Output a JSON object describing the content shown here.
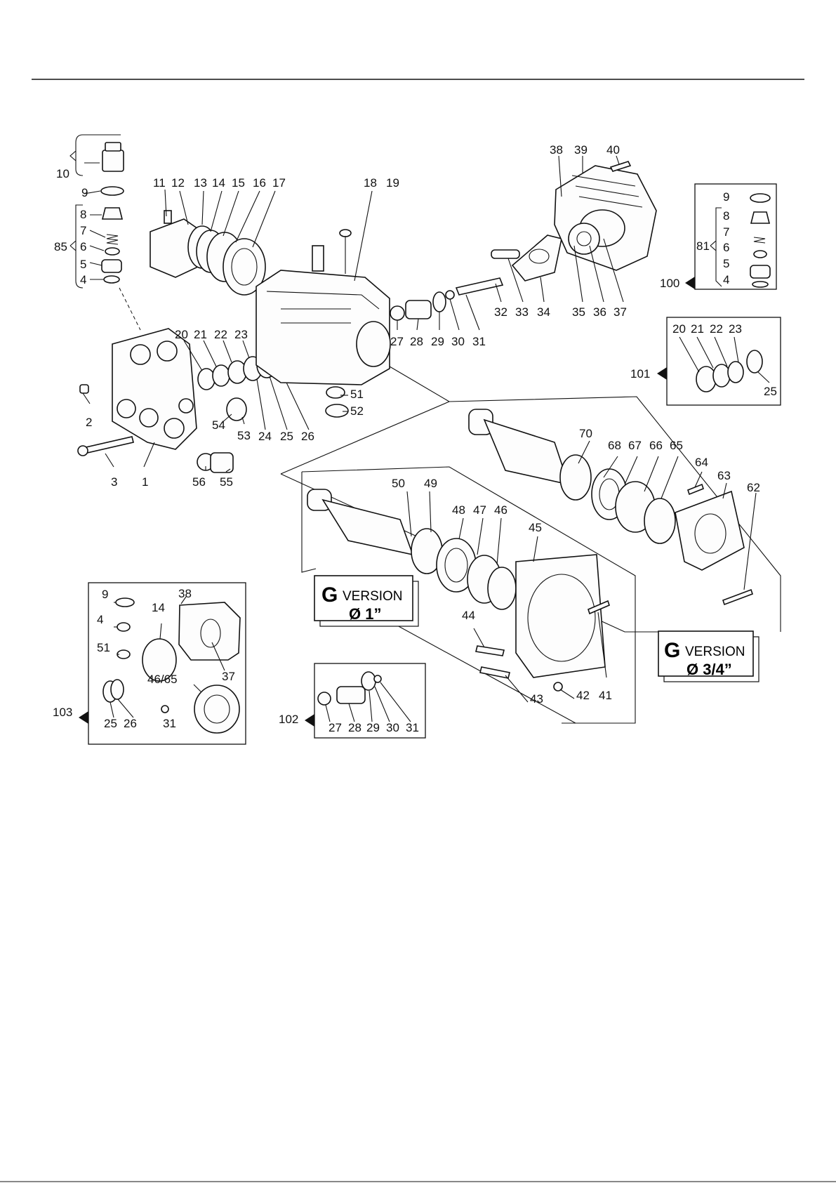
{
  "labels": [
    {
      "key": "l10",
      "text": "10"
    },
    {
      "key": "l9a",
      "text": "9"
    },
    {
      "key": "l8a",
      "text": "8"
    },
    {
      "key": "l85",
      "text": "85"
    },
    {
      "key": "l7a",
      "text": "7"
    },
    {
      "key": "l6a",
      "text": "6"
    },
    {
      "key": "l5a",
      "text": "5"
    },
    {
      "key": "l4a",
      "text": "4"
    },
    {
      "key": "l11",
      "text": "11"
    },
    {
      "key": "l12",
      "text": "12"
    },
    {
      "key": "l13",
      "text": "13"
    },
    {
      "key": "l14",
      "text": "14"
    },
    {
      "key": "l15",
      "text": "15"
    },
    {
      "key": "l16",
      "text": "16"
    },
    {
      "key": "l17",
      "text": "17"
    },
    {
      "key": "l18",
      "text": "18"
    },
    {
      "key": "l19",
      "text": "19"
    },
    {
      "key": "l38",
      "text": "38"
    },
    {
      "key": "l39",
      "text": "39"
    },
    {
      "key": "l40",
      "text": "40"
    },
    {
      "key": "l20",
      "text": "20"
    },
    {
      "key": "l21",
      "text": "21"
    },
    {
      "key": "l22",
      "text": "22"
    },
    {
      "key": "l23",
      "text": "23"
    },
    {
      "key": "l24",
      "text": "24"
    },
    {
      "key": "l25",
      "text": "25"
    },
    {
      "key": "l26",
      "text": "26"
    },
    {
      "key": "l2",
      "text": "2"
    },
    {
      "key": "l3",
      "text": "3"
    },
    {
      "key": "l1",
      "text": "1"
    },
    {
      "key": "l54",
      "text": "54"
    },
    {
      "key": "l53",
      "text": "53"
    },
    {
      "key": "l56",
      "text": "56"
    },
    {
      "key": "l55",
      "text": "55"
    },
    {
      "key": "l51",
      "text": "51"
    },
    {
      "key": "l52",
      "text": "52"
    },
    {
      "key": "l27",
      "text": "27"
    },
    {
      "key": "l28",
      "text": "28"
    },
    {
      "key": "l29",
      "text": "29"
    },
    {
      "key": "l30",
      "text": "30"
    },
    {
      "key": "l31",
      "text": "31"
    },
    {
      "key": "l32",
      "text": "32"
    },
    {
      "key": "l33",
      "text": "33"
    },
    {
      "key": "l34",
      "text": "34"
    },
    {
      "key": "l35",
      "text": "35"
    },
    {
      "key": "l36",
      "text": "36"
    },
    {
      "key": "l37",
      "text": "37"
    },
    {
      "key": "l70",
      "text": "70"
    },
    {
      "key": "l68",
      "text": "68"
    },
    {
      "key": "l67",
      "text": "67"
    },
    {
      "key": "l66",
      "text": "66"
    },
    {
      "key": "l65",
      "text": "65"
    },
    {
      "key": "l64",
      "text": "64"
    },
    {
      "key": "l63",
      "text": "63"
    },
    {
      "key": "l62",
      "text": "62"
    },
    {
      "key": "l50",
      "text": "50"
    },
    {
      "key": "l49",
      "text": "49"
    },
    {
      "key": "l48",
      "text": "48"
    },
    {
      "key": "l47",
      "text": "47"
    },
    {
      "key": "l46",
      "text": "46"
    },
    {
      "key": "l45",
      "text": "45"
    },
    {
      "key": "l44",
      "text": "44"
    },
    {
      "key": "l43",
      "text": "43"
    },
    {
      "key": "l42",
      "text": "42"
    },
    {
      "key": "l41",
      "text": "41"
    }
  ],
  "kits": {
    "k100": {
      "number": "100",
      "items": [
        "9",
        "8",
        "7",
        "6",
        "5",
        "4"
      ],
      "group": "81"
    },
    "k101": {
      "number": "101",
      "items": [
        "20",
        "21",
        "22",
        "23",
        "25"
      ]
    },
    "k103": {
      "number": "103",
      "items": [
        "9",
        "4",
        "51",
        "38",
        "14",
        "37",
        "25",
        "26",
        "46/65",
        "31"
      ]
    },
    "k102": {
      "number": "102",
      "items": [
        "27",
        "28",
        "29",
        "30",
        "31"
      ]
    }
  },
  "versions": {
    "v1": {
      "letter": "G",
      "word": "VERSION",
      "diameter": "Ø 1”"
    },
    "v34": {
      "letter": "G",
      "word": "VERSION",
      "diameter": "Ø 3/4”"
    }
  }
}
